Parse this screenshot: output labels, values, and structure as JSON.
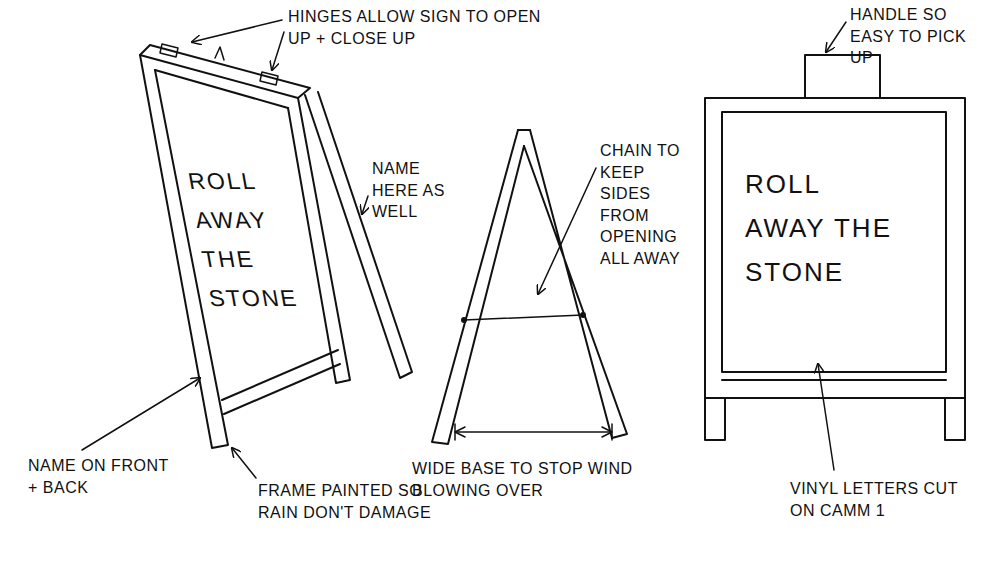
{
  "diagram": {
    "nodes": [
      {
        "text": [
          "ROLL AWAY THE STONE"
        ]
      },
      {
        "text": [
          "ROLL AWAY THE STONE"
        ]
      }
    ],
    "labels": [
      "HINGES ALLOW SIGN TO OPEN UP + CLOSE UP",
      "NAME HERE AS WELL",
      "CHAIN TO KEEP SIDES FROM OPENING ALL AWAY",
      "HANDLE SO EASY TO PICK UP",
      "NAME ON FRONT + BACK",
      "FRAME PAINTED SO RAIN DON'T DAMAGE",
      "WIDE BASE TO STOP WIND BLOWING OVER",
      "VINYL LETTERS CUT ON CAMM 1"
    ]
  }
}
